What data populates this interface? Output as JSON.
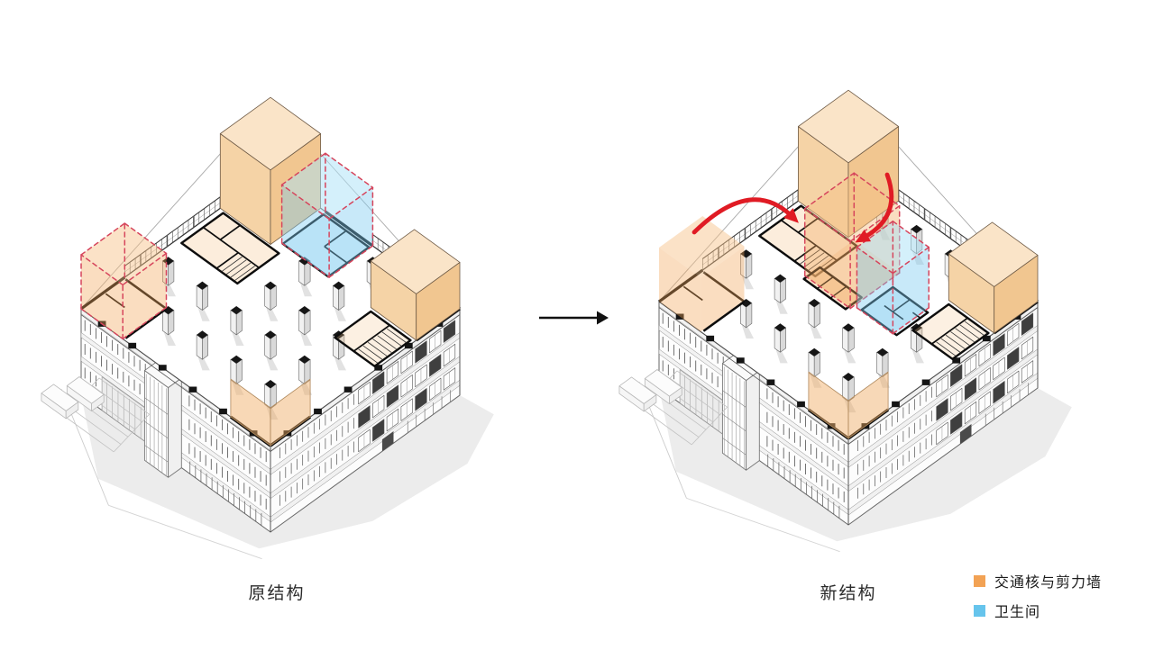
{
  "captions": {
    "original": "原结构",
    "new": "新结构"
  },
  "legend": {
    "items": [
      {
        "name": "traffic-core-and-shear-wall",
        "label": "交通核与剪力墙",
        "color": "#F2A254"
      },
      {
        "name": "washroom",
        "label": "卫生间",
        "color": "#66C4EC"
      }
    ]
  },
  "colors": {
    "core_highlight_top": "#FAE4C8",
    "core_highlight_side": "#F2C896",
    "washroom_fill": "#9AD4F0",
    "relocation_dash": "#D6455C",
    "relocation_arrow": "#E01B24",
    "transition_arrow": "#111111"
  },
  "icons": {
    "transition-arrow": "right-arrow",
    "relocation-arrow": "curved-red-arrow"
  }
}
